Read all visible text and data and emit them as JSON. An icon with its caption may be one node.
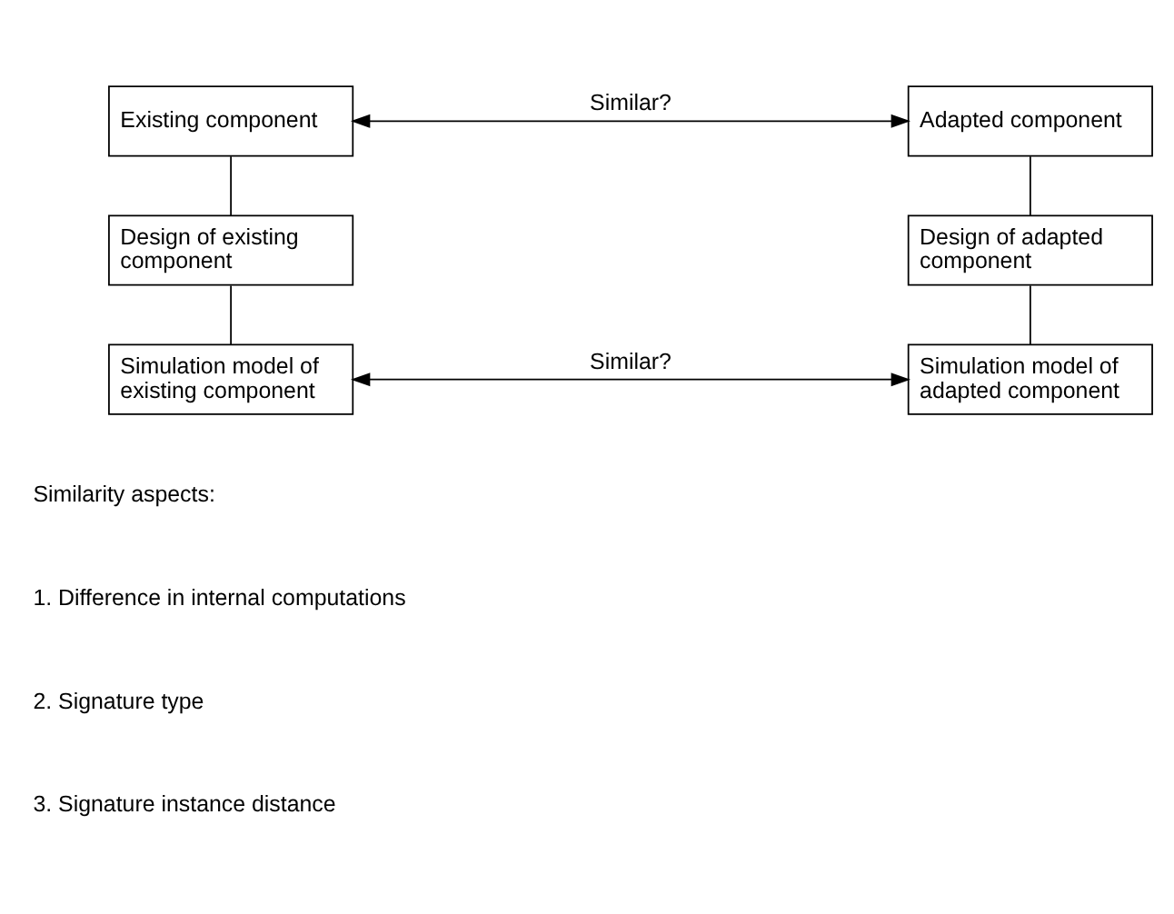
{
  "diagram": {
    "nodes": [
      {
        "text": [
          "Existing component"
        ]
      },
      {
        "text": [
          "Adapted component"
        ]
      },
      {
        "text": [
          "Design of existing component"
        ]
      },
      {
        "text": [
          "Design of adapted component"
        ]
      },
      {
        "text": [
          "Simulation model of existing component"
        ]
      },
      {
        "text": [
          "Simulation model of adapted component"
        ]
      }
    ],
    "edges": [
      {
        "from": 0,
        "to": 1,
        "arrow": "both",
        "label": "Similar?"
      },
      {
        "from": 0,
        "to": 2,
        "arrow": "none"
      },
      {
        "from": 1,
        "to": 3,
        "arrow": "none"
      },
      {
        "from": 2,
        "to": 4,
        "arrow": "none"
      },
      {
        "from": 3,
        "to": 5,
        "arrow": "none"
      },
      {
        "from": 4,
        "to": 5,
        "arrow": "both",
        "label": "Similar?"
      }
    ],
    "labels": [
      "Similarity aspects:",
      "1. Difference in internal computations",
      "2. Signature type",
      "3. Signature instance distance"
    ]
  }
}
